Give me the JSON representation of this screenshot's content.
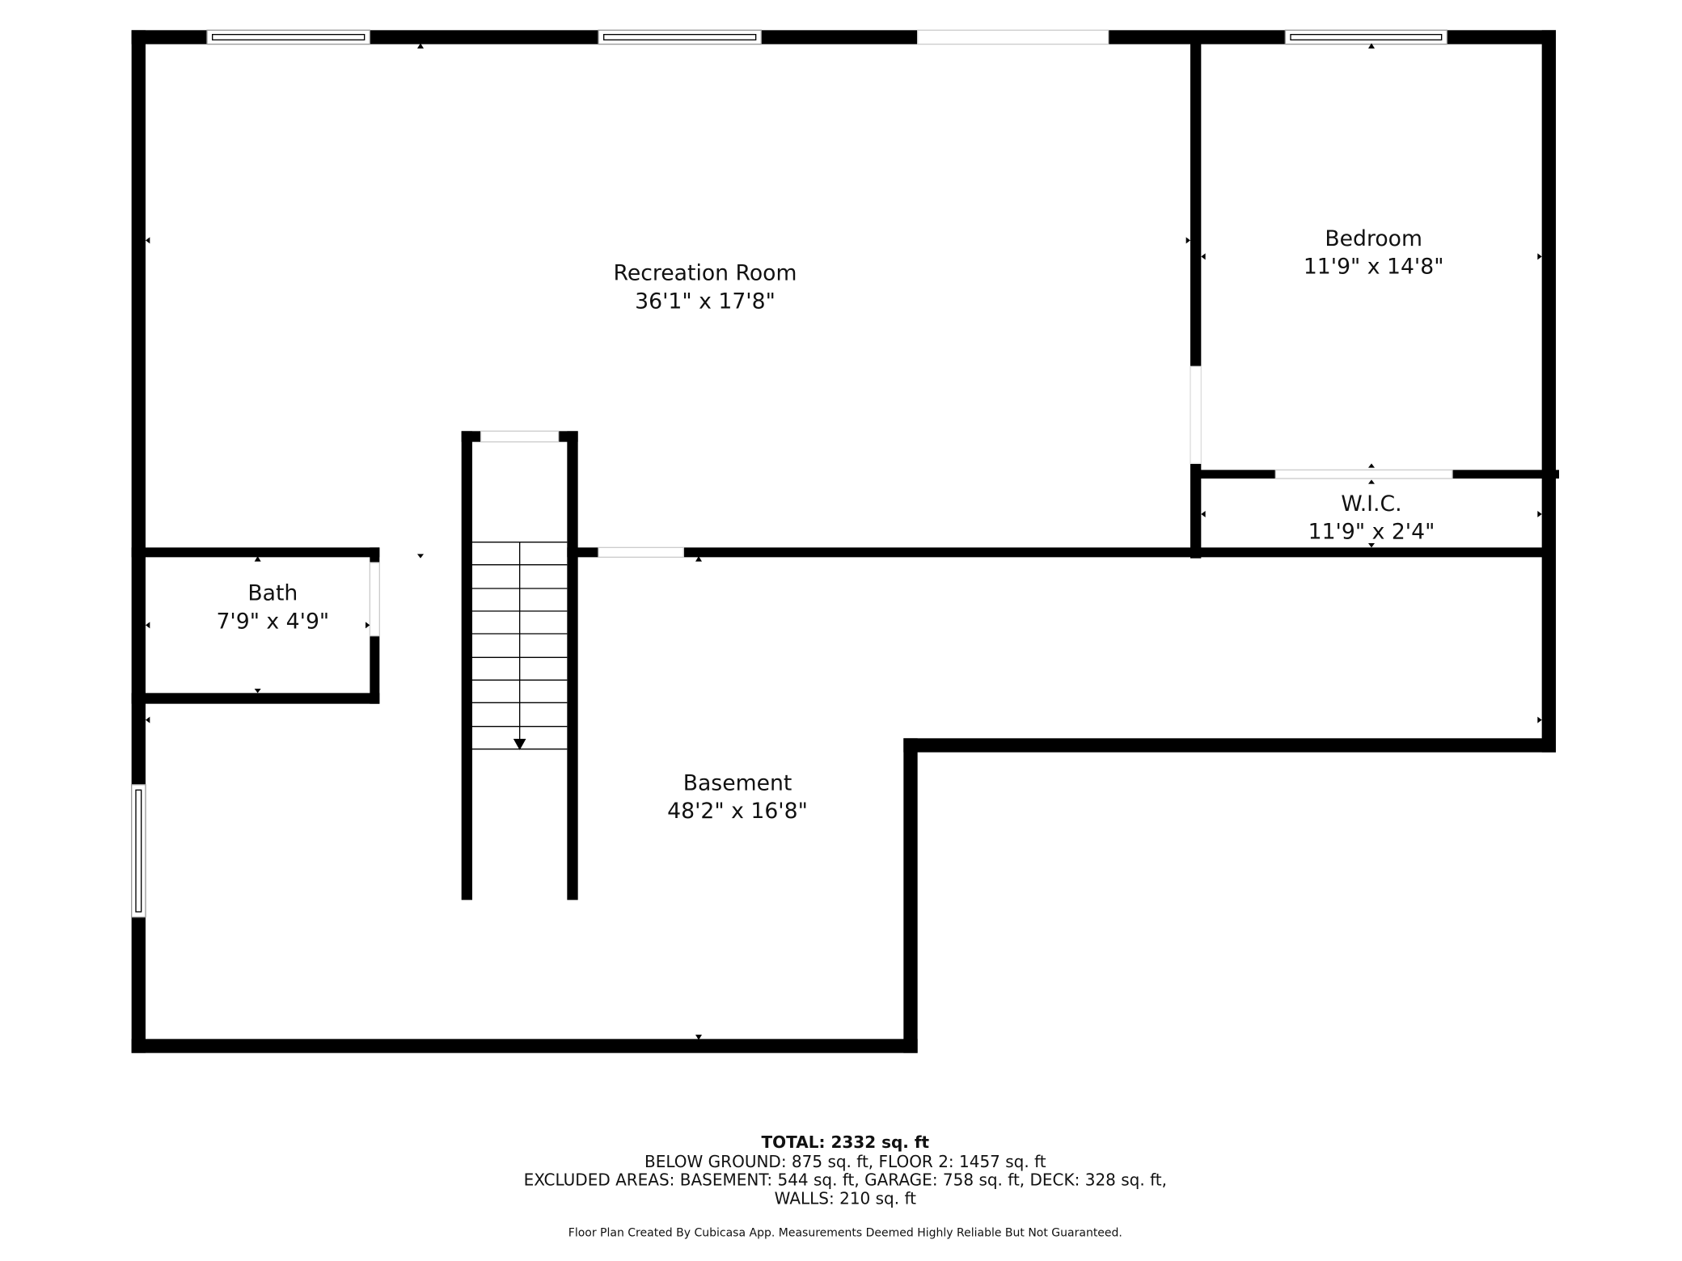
{
  "rooms": {
    "recreation": {
      "name": "Recreation Room",
      "dims": "36'1\" x 17'8\""
    },
    "bedroom": {
      "name": "Bedroom",
      "dims": "11'9\" x 14'8\""
    },
    "wic": {
      "name": "W.I.C.",
      "dims": "11'9\" x 2'4\""
    },
    "bath": {
      "name": "Bath",
      "dims": "7'9\" x 4'9\""
    },
    "basement": {
      "name": "Basement",
      "dims": "48'2\" x 16'8\""
    }
  },
  "summary": {
    "total": "TOTAL: 2332 sq. ft",
    "line1": "BELOW GROUND: 875 sq. ft, FLOOR 2: 1457 sq. ft",
    "line2": "EXCLUDED AREAS: BASEMENT: 544 sq. ft, GARAGE: 758 sq. ft, DECK: 328 sq. ft,",
    "line3": "WALLS: 210 sq. ft",
    "footer": "Floor Plan Created By Cubicasa App. Measurements Deemed Highly Reliable But Not Guaranteed."
  },
  "colors": {
    "wall": "#000000",
    "background": "#ffffff"
  }
}
